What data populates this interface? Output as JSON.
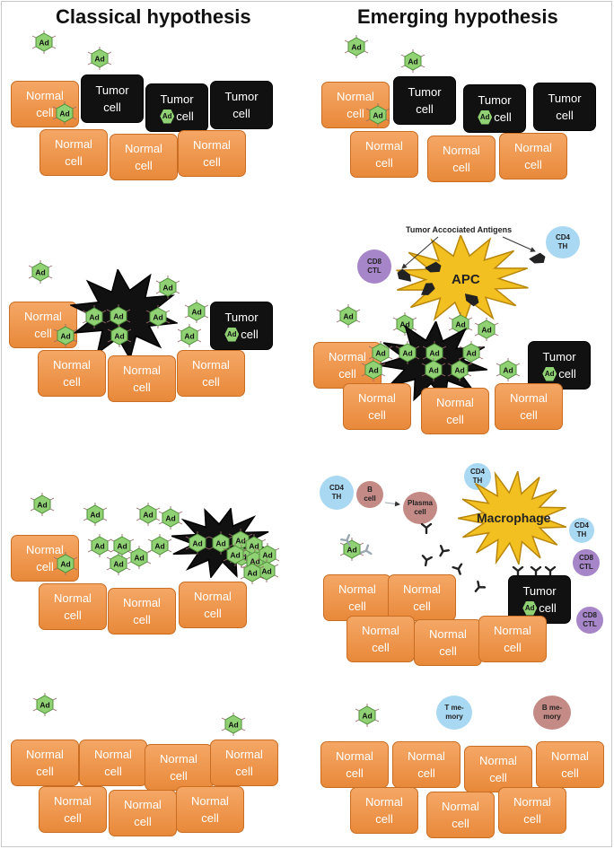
{
  "titles": {
    "left": "Classical hypothesis",
    "right": "Emerging hypothesis"
  },
  "labels": {
    "normal_1": "Normal",
    "normal_2": "cell",
    "tumor_1": "Tumor",
    "tumor_2": "cell",
    "ad": "Ad",
    "apc": "APC",
    "macrophage": "Macrophage",
    "taa": "Tumor Accociated Antigens",
    "cd4_1": "CD4",
    "cd4_2": "TH",
    "cd8_1": "CD8",
    "cd8_2": "CTL",
    "b_1": "B",
    "b_2": "cell",
    "plasma_1": "Plasma",
    "plasma_2": "cell",
    "tmem_1": "T me-",
    "tmem_2": "mory",
    "bmem_1": "B me-",
    "bmem_2": "mory"
  },
  "colors": {
    "normal": "#e8893a",
    "tumor": "#111111",
    "ad": "#8fd173",
    "apc": "#f2c020",
    "cd4": "#a9d8f2",
    "cd8": "#a685c8",
    "b": "#c48a86"
  }
}
